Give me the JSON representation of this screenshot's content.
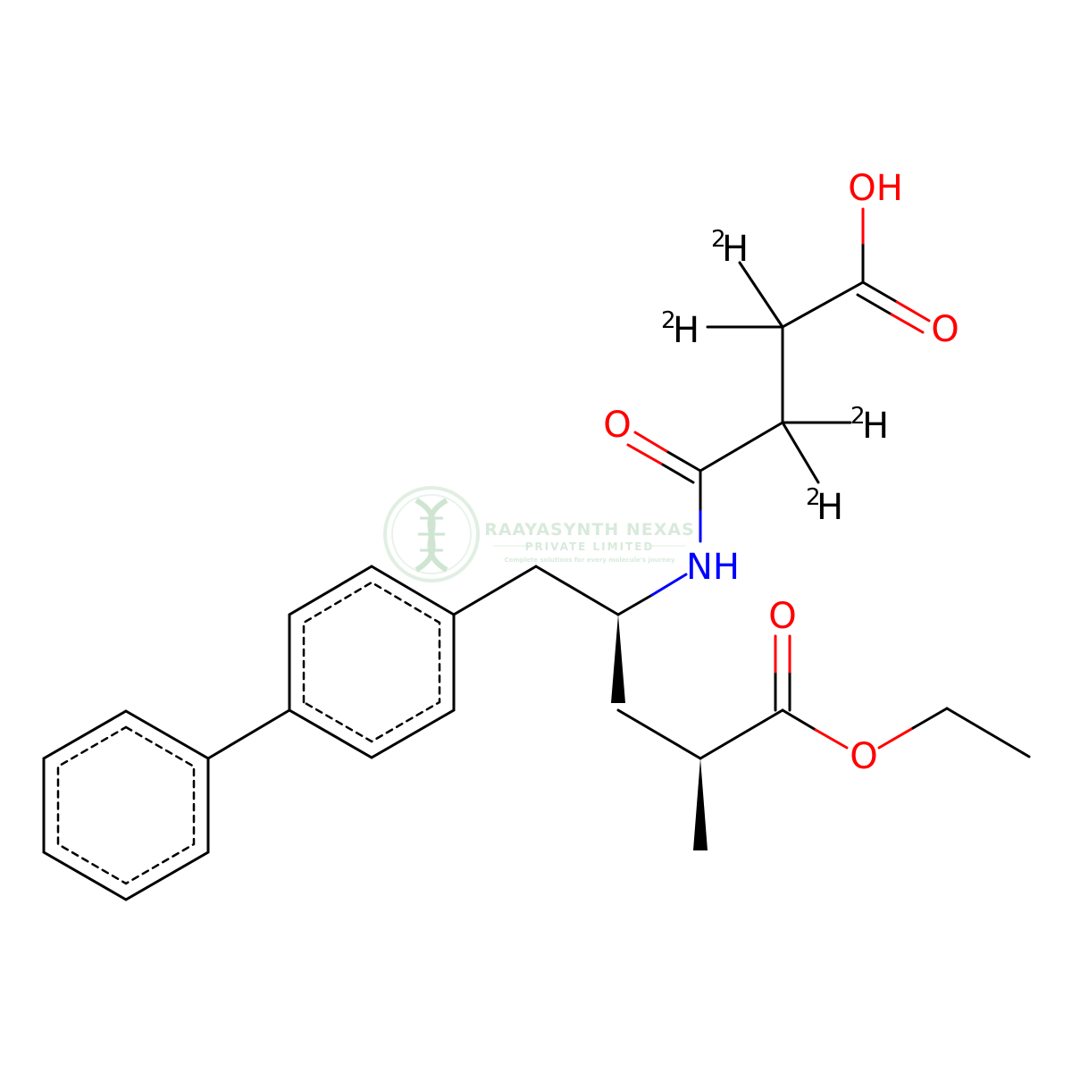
{
  "molecule": {
    "atoms": {
      "hydroxyl": "OH",
      "acid_carbonyl_o": "O",
      "amide_carbonyl_o": "O",
      "amide_nh": "NH",
      "ester_carbonyl_o": "O",
      "ester_o": "O",
      "deuterium_1": {
        "isotope": "2",
        "element": "H"
      },
      "deuterium_2": {
        "isotope": "2",
        "element": "H"
      },
      "deuterium_3": {
        "isotope": "2",
        "element": "H"
      },
      "deuterium_4": {
        "isotope": "2",
        "element": "H"
      }
    },
    "colors": {
      "bond": "#000000",
      "oxygen": "#ff0000",
      "nitrogen": "#0000ff",
      "carbon": "#000000"
    }
  },
  "watermark": {
    "company": "RAAYASYNTH NEXAS",
    "subtitle": "PRIVATE LIMITED",
    "tagline": "Complete solutions for every molecule's journey",
    "color": "#b9d9bf"
  }
}
